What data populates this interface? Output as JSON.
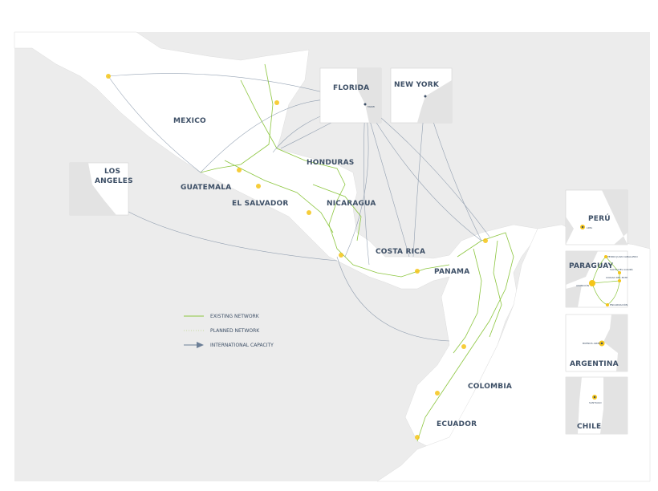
{
  "map": {
    "countries": [
      "MEXICO",
      "GUATEMALA",
      "EL SALVADOR",
      "HONDURAS",
      "NICARAGUA",
      "COSTA RICA",
      "PANAMA",
      "COLOMBIA",
      "ECUADOR"
    ],
    "insets": {
      "los_angeles": {
        "title_line1": "LOS",
        "title_line2": "ANGELES"
      },
      "florida": {
        "title": "FLORIDA",
        "city": "MIAMI"
      },
      "new_york": {
        "title": "NEW YORK"
      },
      "peru": {
        "title": "PERÚ",
        "city": "LIMA"
      },
      "paraguay": {
        "title": "PARAGUAY",
        "cities": [
          "PEDRO JUAN CABALLERO",
          "SALTO DEL GUAIRÁ",
          "CIUDAD DEL ESTE",
          "ASUNCIÓN",
          "ENCARNACIÓN"
        ]
      },
      "argentina": {
        "title": "ARGENTINA",
        "city": "BUENOS AIRES"
      },
      "chile": {
        "title": "CHILE",
        "city": "SANTIAGO"
      }
    }
  },
  "legend": {
    "existing": "EXISTING NETWORK",
    "planned": "PLANNED NETWORK",
    "international": "INTERNATIONAL CAPACITY"
  },
  "colors": {
    "sea": "#ececec",
    "land": "#ffffff",
    "existing": "#8cc63f",
    "international": "#6c7f97",
    "hub": "#f5c518",
    "label": "#3d4f66"
  }
}
